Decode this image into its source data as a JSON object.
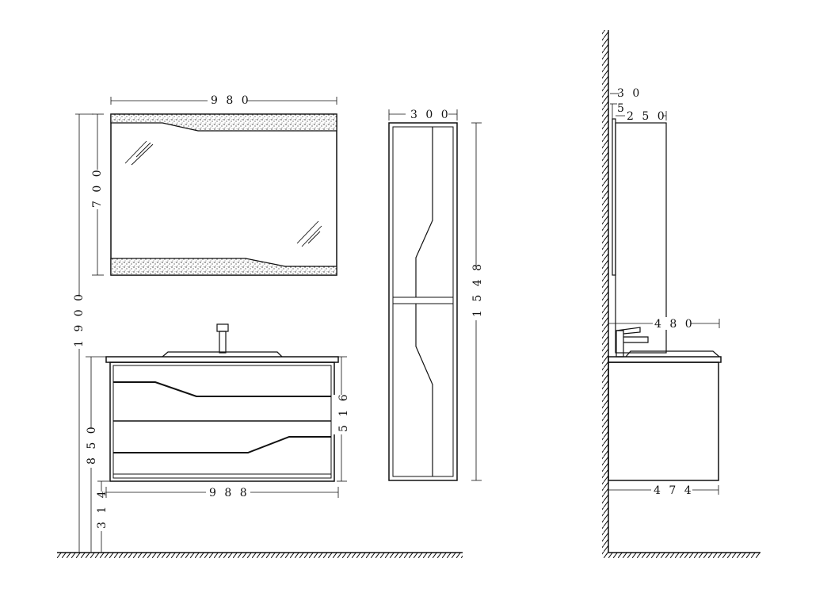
{
  "title": "",
  "colors": {
    "line": "#111111",
    "background": "#ffffff",
    "stone": "#d8d8d8"
  },
  "dimensions": {
    "mirror_width": "9 8 0",
    "mirror_height": "7 0 0",
    "total_height": "1 9 0 0",
    "column_width": "3 0 0",
    "column_height": "1 5 4 8",
    "vanity_height": "8 5 0",
    "cabinet_height": "5 1 6",
    "vanity_width": "9 8 8",
    "floor_clearance": "3 1 4",
    "mirror_depth": "3 0",
    "mirror_offset": "5",
    "column_depth": "2 5 0",
    "top_depth": "4 8 0",
    "cabinet_depth": "4 7 4"
  }
}
